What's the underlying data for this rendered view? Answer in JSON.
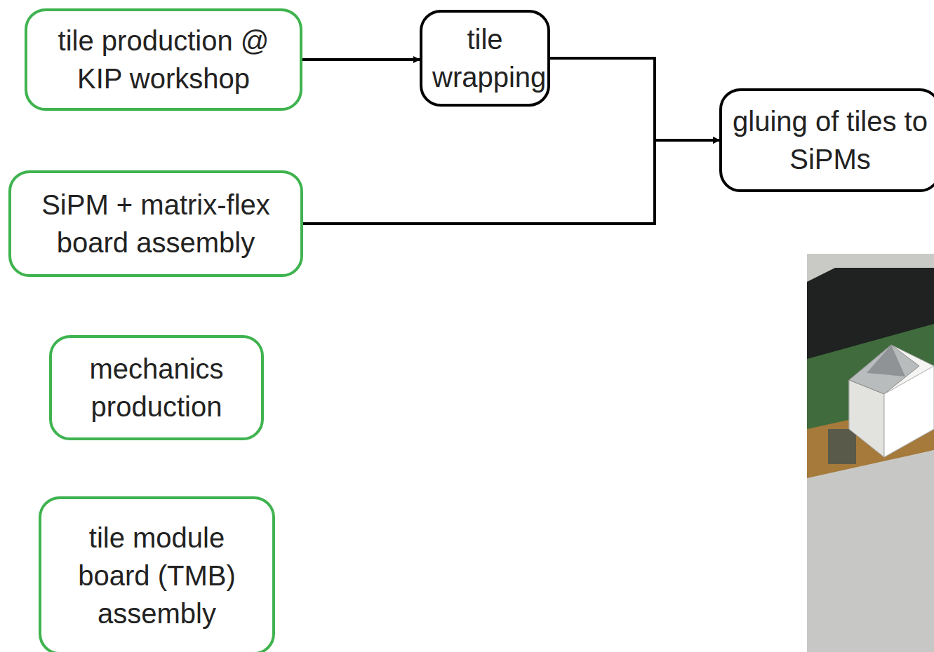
{
  "diagram": {
    "nodes": [
      {
        "text": [
          "tile production @ KIP workshop"
        ]
      },
      {
        "text": [
          "tile wrapping"
        ]
      },
      {
        "text": [
          "gluing of tiles to SiPMs"
        ]
      },
      {
        "text": [
          "SiPM + matrix-flex board assembly"
        ]
      },
      {
        "text": [
          "mechanics production"
        ]
      },
      {
        "text": [
          "tile module board (TMB) assembly"
        ]
      }
    ],
    "edges": [
      {
        "from": 0,
        "to": 1,
        "arrow": "to"
      },
      {
        "from": 1,
        "to": 2,
        "arrow": "to"
      },
      {
        "from": 3,
        "to": 2,
        "arrow": "to"
      }
    ]
  }
}
